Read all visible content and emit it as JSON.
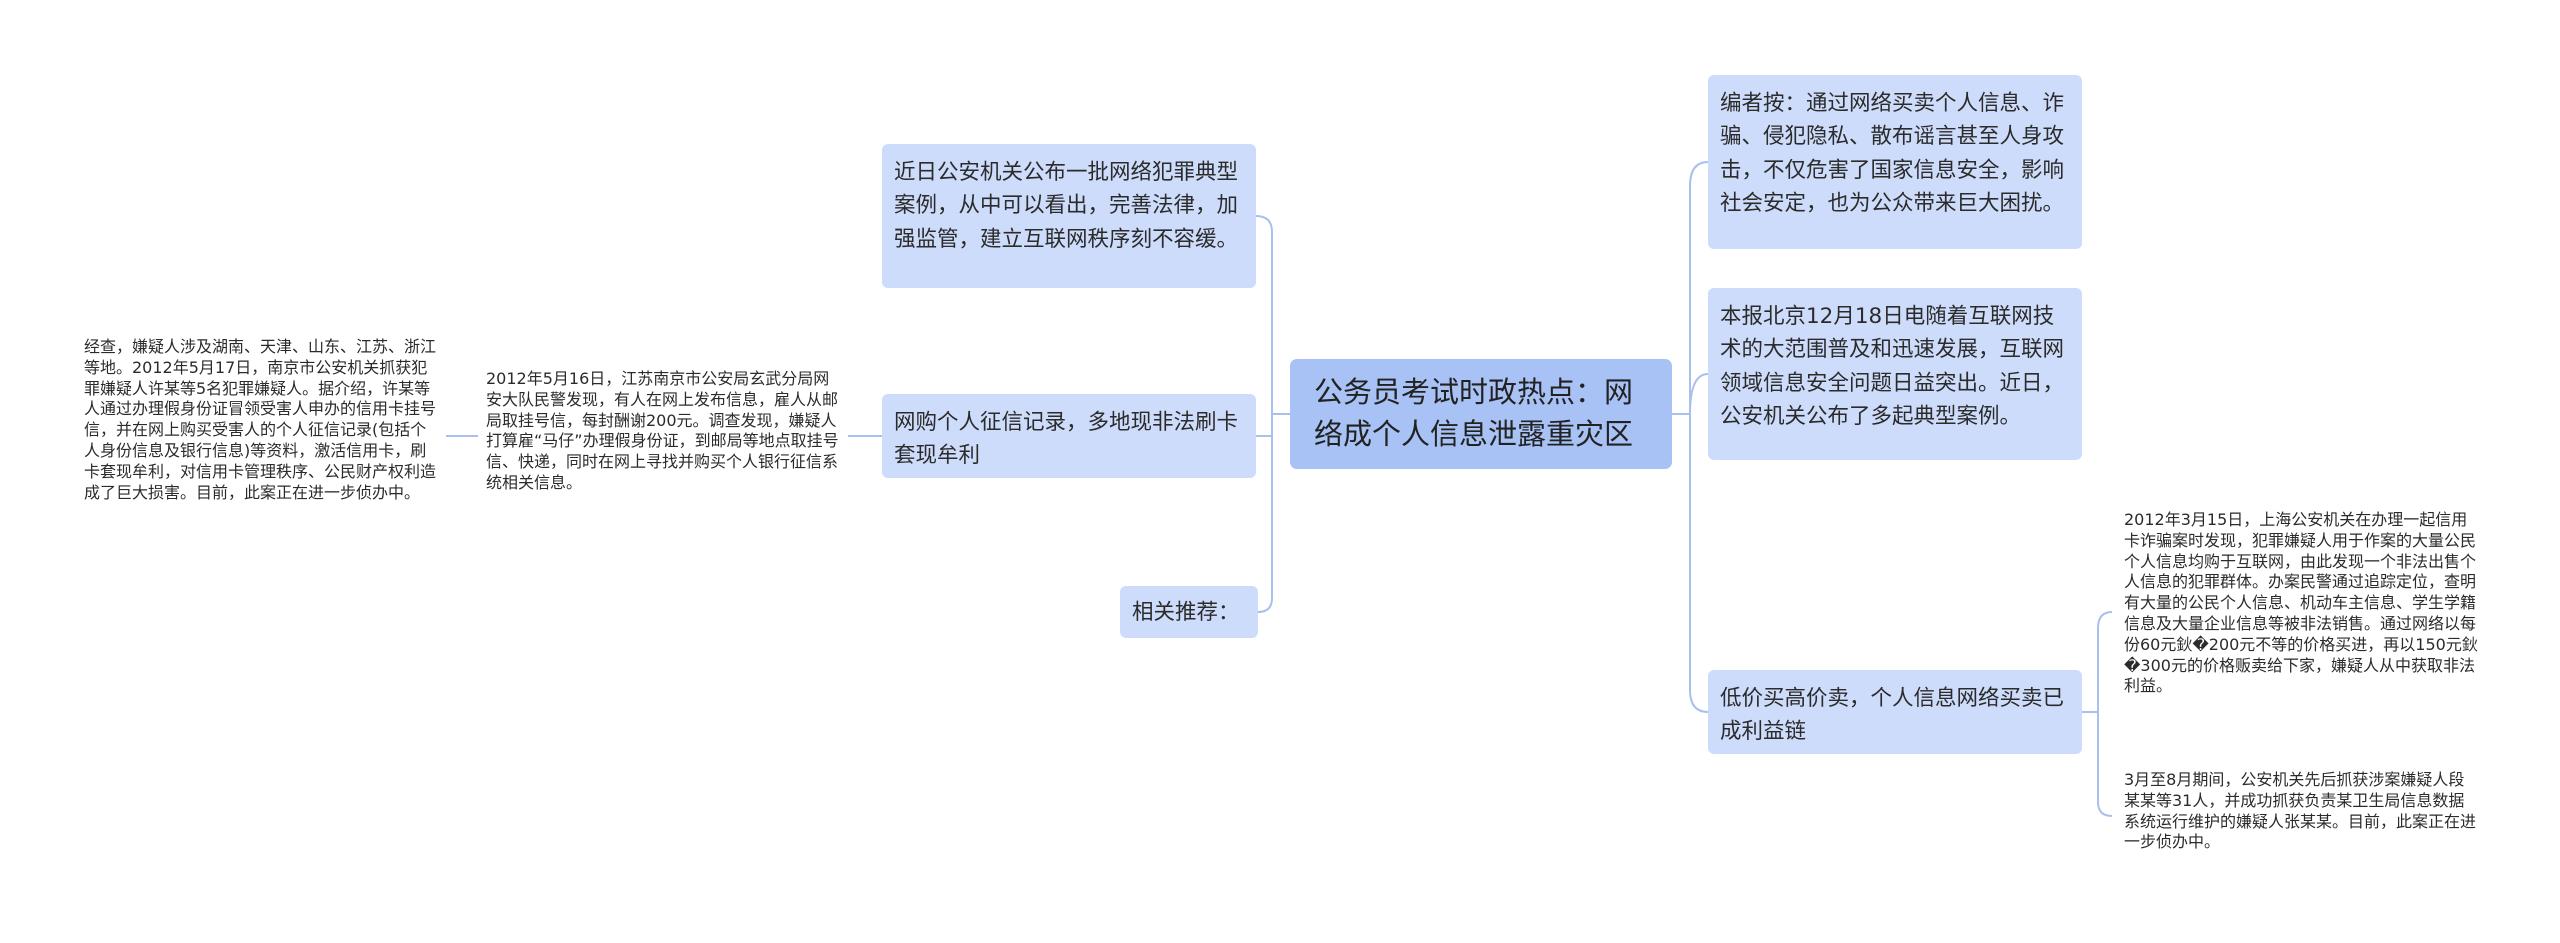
{
  "root": {
    "text": "公务员考试时政热点：网络成个人信息泄露重灾区"
  },
  "left": {
    "intro": "近日公安机关公布一批网络犯罪典型案例，从中可以看出，完善法律，加强监管，建立互联网秩序刻不容缓。",
    "credit": "网购个人征信记录，多地现非法刷卡套现牟利",
    "related": "相关推荐：",
    "credit_case": "2012年5月16日，江苏南京市公安局玄武分局网安大队民警发现，有人在网上发布信息，雇人从邮局取挂号信，每封酬谢200元。调查发现，嫌疑人打算雇“马仔”办理假身份证，到邮局等地点取挂号信、快递，同时在网上寻找并购买个人银行征信系统相关信息。",
    "credit_detail": "经查，嫌疑人涉及湖南、天津、山东、江苏、浙江等地。2012年5月17日，南京市公安机关抓获犯罪嫌疑人许某等5名犯罪嫌疑人。据介绍，许某等人通过办理假身份证冒领受害人申办的信用卡挂号信，并在网上购买受害人的个人征信记录(包括个人身份信息及银行信息)等资料，激活信用卡，刷卡套现牟利，对信用卡管理秩序、公民财产权利造成了巨大损害。目前，此案正在进一步侦办中。"
  },
  "right": {
    "editor_note": "编者按：通过网络买卖个人信息、诈骗、侵犯隐私、散布谣言甚至人身攻击，不仅危害了国家信息安全，影响社会安定，也为公众带来巨大困扰。",
    "beijing": "本报北京12月18日电随着互联网技术的大范围普及和迅速发展，互联网领域信息安全问题日益突出。近日，公安机关公布了多起典型案例。",
    "chain": "低价买高价卖，个人信息网络买卖已成利益链",
    "chain_case1": "2012年3月15日，上海公安机关在办理一起信用卡诈骗案时发现，犯罪嫌疑人用于作案的大量公民个人信息均购于互联网，由此发现一个非法出售个人信息的犯罪群体。办案民警通过追踪定位，查明有大量的公民个人信息、机动车主信息、学生学籍信息及大量企业信息等被非法销售。通过网络以每份60元鈥�200元不等的价格买进，再以150元鈥�300元的价格贩卖给下家，嫌疑人从中获取非法利益。",
    "chain_case2": "3月至8月期间，公安机关先后抓获涉案嫌疑人段某某等31人，并成功抓获负责某卫生局信息数据系统运行维护的嫌疑人张某某。目前，此案正在进一步侦办中。"
  },
  "colors": {
    "root_fill": "#a8c2f6",
    "node_fill": "#cedcfb",
    "connector": "#a9c0ee",
    "text": "#2b2b2b"
  }
}
